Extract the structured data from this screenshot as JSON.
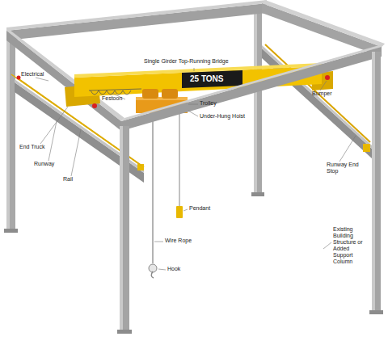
{
  "diagram": {
    "labels": [
      "Single Girder Top-Running Bridge",
      "Electrical",
      "Bumper",
      "Festoon",
      "Trolley",
      "Under-Hung Hoist",
      "End Truck",
      "Runway",
      "Rail",
      "Runway End Stop",
      "Pendant",
      "Wire Rope",
      "Hook",
      "Existing Building Structure or Added Support Column",
      "25 TONS"
    ]
  }
}
